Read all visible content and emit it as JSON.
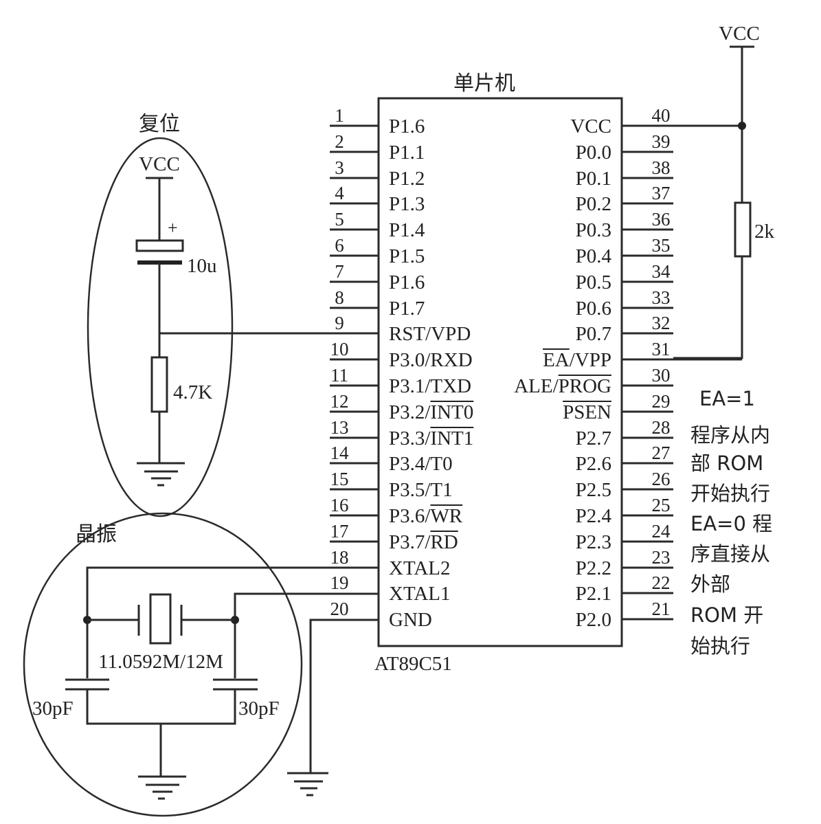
{
  "chip": {
    "title": "单片机",
    "part": "AT89C51",
    "left_pins": [
      {
        "num": "1",
        "name": "P1.6",
        "bar": ""
      },
      {
        "num": "2",
        "name": "P1.1",
        "bar": ""
      },
      {
        "num": "3",
        "name": "P1.2",
        "bar": ""
      },
      {
        "num": "4",
        "name": "P1.3",
        "bar": ""
      },
      {
        "num": "5",
        "name": "P1.4",
        "bar": ""
      },
      {
        "num": "6",
        "name": "P1.5",
        "bar": ""
      },
      {
        "num": "7",
        "name": "P1.6",
        "bar": ""
      },
      {
        "num": "8",
        "name": "P1.7",
        "bar": ""
      },
      {
        "num": "9",
        "name": "RST/VPD",
        "bar": ""
      },
      {
        "num": "10",
        "name": "P3.0/RXD",
        "bar": ""
      },
      {
        "num": "11",
        "name": "P3.1/TXD",
        "bar": ""
      },
      {
        "num": "12",
        "name": "P3.2/",
        "bar": "INT0"
      },
      {
        "num": "13",
        "name": "P3.3/",
        "bar": "INT1"
      },
      {
        "num": "14",
        "name": "P3.4/T0",
        "bar": ""
      },
      {
        "num": "15",
        "name": "P3.5/T1",
        "bar": ""
      },
      {
        "num": "16",
        "name": "P3.6/",
        "bar": "WR"
      },
      {
        "num": "17",
        "name": "P3.7/",
        "bar": "RD"
      },
      {
        "num": "18",
        "name": "XTAL2",
        "bar": ""
      },
      {
        "num": "19",
        "name": "XTAL1",
        "bar": ""
      },
      {
        "num": "20",
        "name": "GND",
        "bar": ""
      }
    ],
    "right_pins": [
      {
        "num": "40",
        "pre": "",
        "bar": "",
        "name": "VCC"
      },
      {
        "num": "39",
        "pre": "",
        "bar": "",
        "name": "P0.0"
      },
      {
        "num": "38",
        "pre": "",
        "bar": "",
        "name": "P0.1"
      },
      {
        "num": "37",
        "pre": "",
        "bar": "",
        "name": "P0.2"
      },
      {
        "num": "36",
        "pre": "",
        "bar": "",
        "name": "P0.3"
      },
      {
        "num": "35",
        "pre": "",
        "bar": "",
        "name": "P0.4"
      },
      {
        "num": "34",
        "pre": "",
        "bar": "",
        "name": "P0.5"
      },
      {
        "num": "33",
        "pre": "",
        "bar": "",
        "name": "P0.6"
      },
      {
        "num": "32",
        "pre": "",
        "bar": "",
        "name": "P0.7"
      },
      {
        "num": "31",
        "pre": "",
        "bar": "EA",
        "name": "/VPP"
      },
      {
        "num": "30",
        "pre": "ALE/",
        "bar": "PROG",
        "name": ""
      },
      {
        "num": "29",
        "pre": "",
        "bar": "PSEN",
        "name": ""
      },
      {
        "num": "28",
        "pre": "",
        "bar": "",
        "name": "P2.7"
      },
      {
        "num": "27",
        "pre": "",
        "bar": "",
        "name": "P2.6"
      },
      {
        "num": "26",
        "pre": "",
        "bar": "",
        "name": "P2.5"
      },
      {
        "num": "25",
        "pre": "",
        "bar": "",
        "name": "P2.4"
      },
      {
        "num": "24",
        "pre": "",
        "bar": "",
        "name": "P2.3"
      },
      {
        "num": "23",
        "pre": "",
        "bar": "",
        "name": "P2.2"
      },
      {
        "num": "22",
        "pre": "",
        "bar": "",
        "name": "P2.1"
      },
      {
        "num": "21",
        "pre": "",
        "bar": "",
        "name": "P2.0"
      }
    ]
  },
  "reset": {
    "title": "复位",
    "vcc": "VCC",
    "cap_plus": "+",
    "cap_value": "10u",
    "res_value": "4.7K"
  },
  "crystal": {
    "title": "晶振",
    "freq": "11.0592M/12M",
    "cap_left": "30pF",
    "cap_right": "30pF"
  },
  "ea_pullup": {
    "vcc": "VCC",
    "res_value": "2k"
  },
  "note": {
    "lines": [
      "EA=1",
      "程序从内",
      "部 ROM",
      "开始执行",
      "EA=0 程",
      "序直接从",
      "外部",
      "ROM 开",
      "始执行"
    ]
  }
}
